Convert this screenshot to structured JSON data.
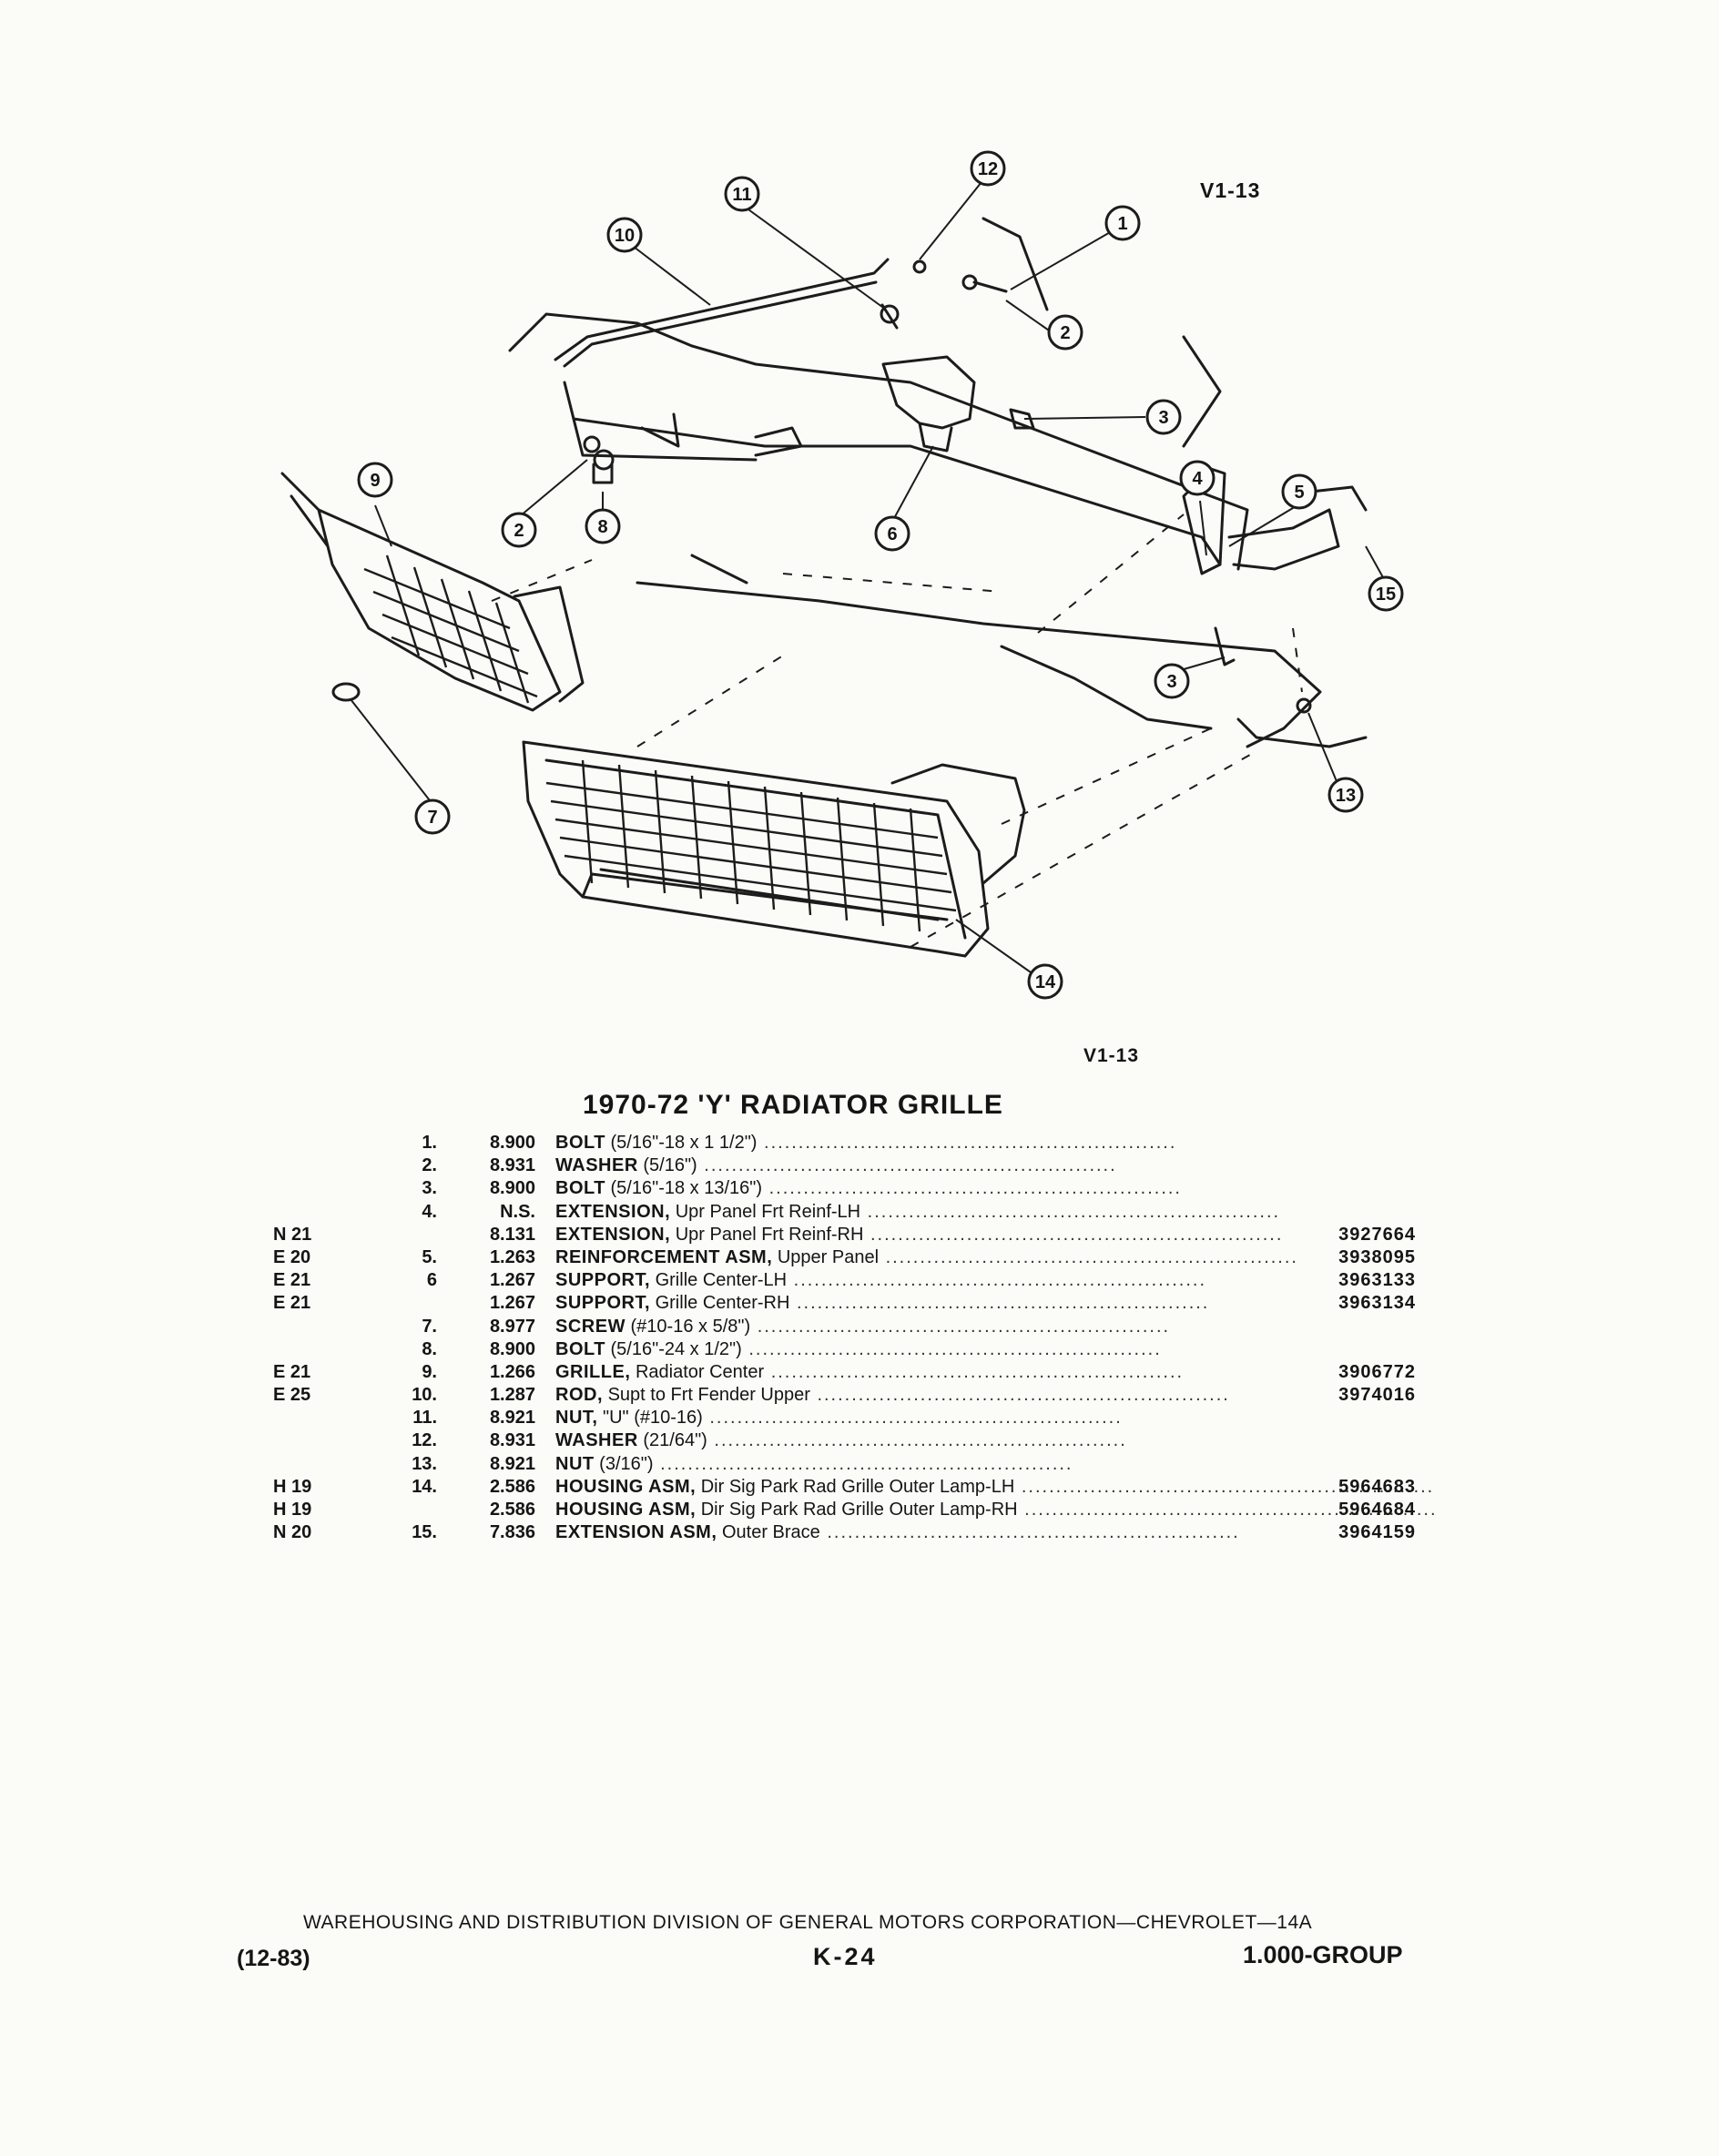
{
  "figure": {
    "code_top": "V1-13",
    "code_bottom": "V1-13",
    "callouts": [
      "1",
      "2",
      "3",
      "4",
      "5",
      "6",
      "7",
      "8",
      "9",
      "10",
      "11",
      "12",
      "13",
      "14",
      "15"
    ]
  },
  "section_title": "1970-72 'Y' RADIATOR GRILLE",
  "parts": [
    {
      "code": "",
      "item": "1.",
      "group": "8.900",
      "name": "BOLT",
      "detail": "(5/16\"-18 x 1 1/2\")",
      "part_no": ""
    },
    {
      "code": "",
      "item": "2.",
      "group": "8.931",
      "name": "WASHER",
      "detail": "(5/16\")",
      "part_no": ""
    },
    {
      "code": "",
      "item": "3.",
      "group": "8.900",
      "name": "BOLT",
      "detail": "(5/16\"-18 x 13/16\")",
      "part_no": ""
    },
    {
      "code": "",
      "item": "4.",
      "group": "N.S.",
      "name": "EXTENSION,",
      "detail": "Upr Panel Frt Reinf-LH",
      "part_no": ""
    },
    {
      "code": "N 21",
      "item": "",
      "group": "8.131",
      "name": "EXTENSION,",
      "detail": "Upr Panel Frt Reinf-RH",
      "part_no": "3927664"
    },
    {
      "code": "E 20",
      "item": "5.",
      "group": "1.263",
      "name": "REINFORCEMENT ASM,",
      "detail": "Upper Panel",
      "part_no": "3938095"
    },
    {
      "code": "E 21",
      "item": "6",
      "group": "1.267",
      "name": "SUPPORT,",
      "detail": "Grille Center-LH",
      "part_no": "3963133"
    },
    {
      "code": "E 21",
      "item": "",
      "group": "1.267",
      "name": "SUPPORT,",
      "detail": "Grille Center-RH",
      "part_no": "3963134"
    },
    {
      "code": "",
      "item": "7.",
      "group": "8.977",
      "name": "SCREW",
      "detail": "(#10-16 x 5/8\")",
      "part_no": ""
    },
    {
      "code": "",
      "item": "8.",
      "group": "8.900",
      "name": "BOLT",
      "detail": "(5/16\"-24 x 1/2\")",
      "part_no": ""
    },
    {
      "code": "E 21",
      "item": "9.",
      "group": "1.266",
      "name": "GRILLE,",
      "detail": "Radiator Center",
      "part_no": "3906772"
    },
    {
      "code": "E 25",
      "item": "10.",
      "group": "1.287",
      "name": "ROD,",
      "detail": "Supt to Frt Fender Upper",
      "part_no": "3974016"
    },
    {
      "code": "",
      "item": "11.",
      "group": "8.921",
      "name": "NUT,",
      "detail": "\"U\" (#10-16)",
      "part_no": ""
    },
    {
      "code": "",
      "item": "12.",
      "group": "8.931",
      "name": "WASHER",
      "detail": "(21/64\")",
      "part_no": ""
    },
    {
      "code": "",
      "item": "13.",
      "group": "8.921",
      "name": "NUT",
      "detail": "(3/16\")",
      "part_no": ""
    },
    {
      "code": "H 19",
      "item": "14.",
      "group": "2.586",
      "name": "HOUSING ASM,",
      "detail": "Dir Sig Park Rad Grille Outer Lamp-LH",
      "part_no": "5964683"
    },
    {
      "code": "H 19",
      "item": "",
      "group": "2.586",
      "name": "HOUSING ASM,",
      "detail": "Dir Sig Park Rad Grille Outer Lamp-RH",
      "part_no": "5964684"
    },
    {
      "code": "N 20",
      "item": "15.",
      "group": "7.836",
      "name": "EXTENSION ASM,",
      "detail": "Outer Brace",
      "part_no": "3964159"
    }
  ],
  "footer": {
    "division": "WAREHOUSING AND DISTRIBUTION DIVISION OF GENERAL MOTORS CORPORATION—CHEVROLET—14A",
    "date": "(12-83)",
    "page": "K-24",
    "group": "1.000-GROUP"
  }
}
